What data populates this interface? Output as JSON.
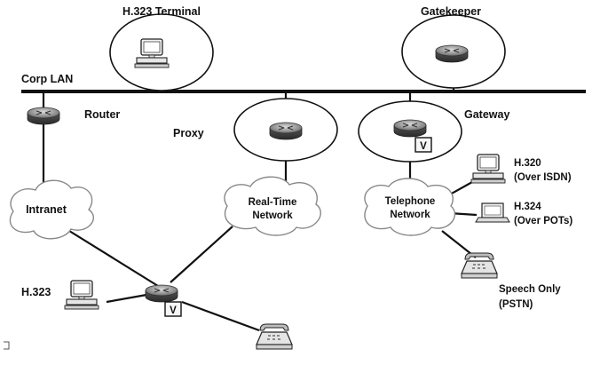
{
  "diagram": {
    "labels": {
      "h323_terminal": "H.323 Terminal",
      "gatekeeper": "Gatekeeper",
      "corp_lan": "Corp LAN",
      "router": "Router",
      "proxy": "Proxy",
      "gateway": "Gateway",
      "intranet": "Intranet",
      "realtime_line1": "Real-Time",
      "realtime_line2": "Network",
      "telephone_line1": "Telephone",
      "telephone_line2": "Network",
      "h320_line1": "H.320",
      "h320_line2": "(Over ISDN)",
      "h324_line1": "H.324",
      "h324_line2": "(Over POTs)",
      "speech_line1": "Speech Only",
      "speech_line2": "(PSTN)",
      "h323": "H.323",
      "gateway_badge": "V",
      "bottom_router_badge": "V"
    },
    "icons": {
      "router": "router-icon",
      "computer": "computer-icon",
      "laptop": "laptop-icon",
      "phone": "telephone-icon",
      "cloud": "cloud-icon"
    }
  }
}
